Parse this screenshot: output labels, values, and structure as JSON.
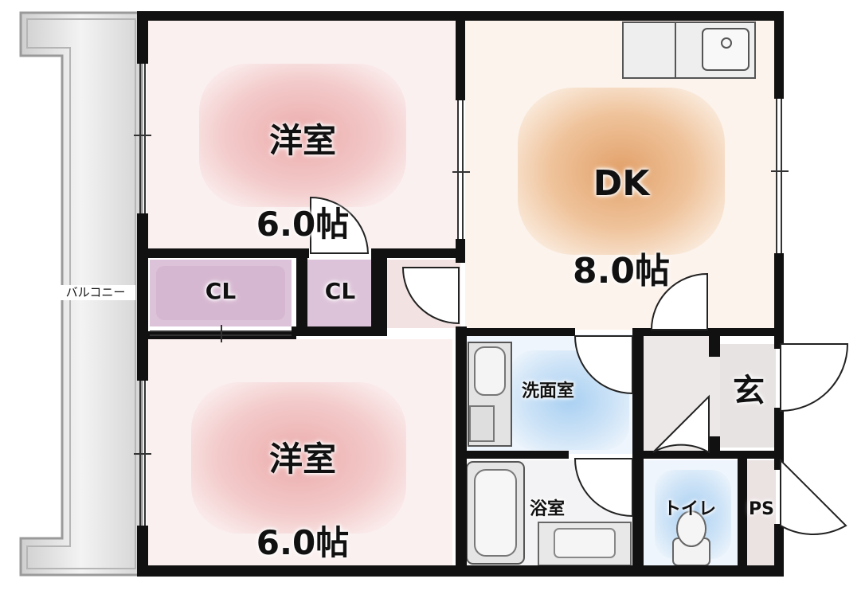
{
  "rooms": {
    "western_top": {
      "name": "洋室",
      "size": "6.0帖"
    },
    "western_bottom": {
      "name": "洋室",
      "size": "6.0帖"
    },
    "dk": {
      "name": "DK",
      "size": "8.0帖"
    },
    "closet_left": "CL",
    "closet_right": "CL",
    "washroom": "洗面室",
    "bathroom": "浴室",
    "toilet": "トイレ",
    "entrance": "玄",
    "ps": "PS",
    "balcony": "バルコニー"
  },
  "colors": {
    "western": "#f1c4c4",
    "dk": "#e8b483",
    "closet": "#ddc3d9",
    "water": "#b8d8f3",
    "floor": "#ece8e8",
    "wall": "#111111"
  }
}
